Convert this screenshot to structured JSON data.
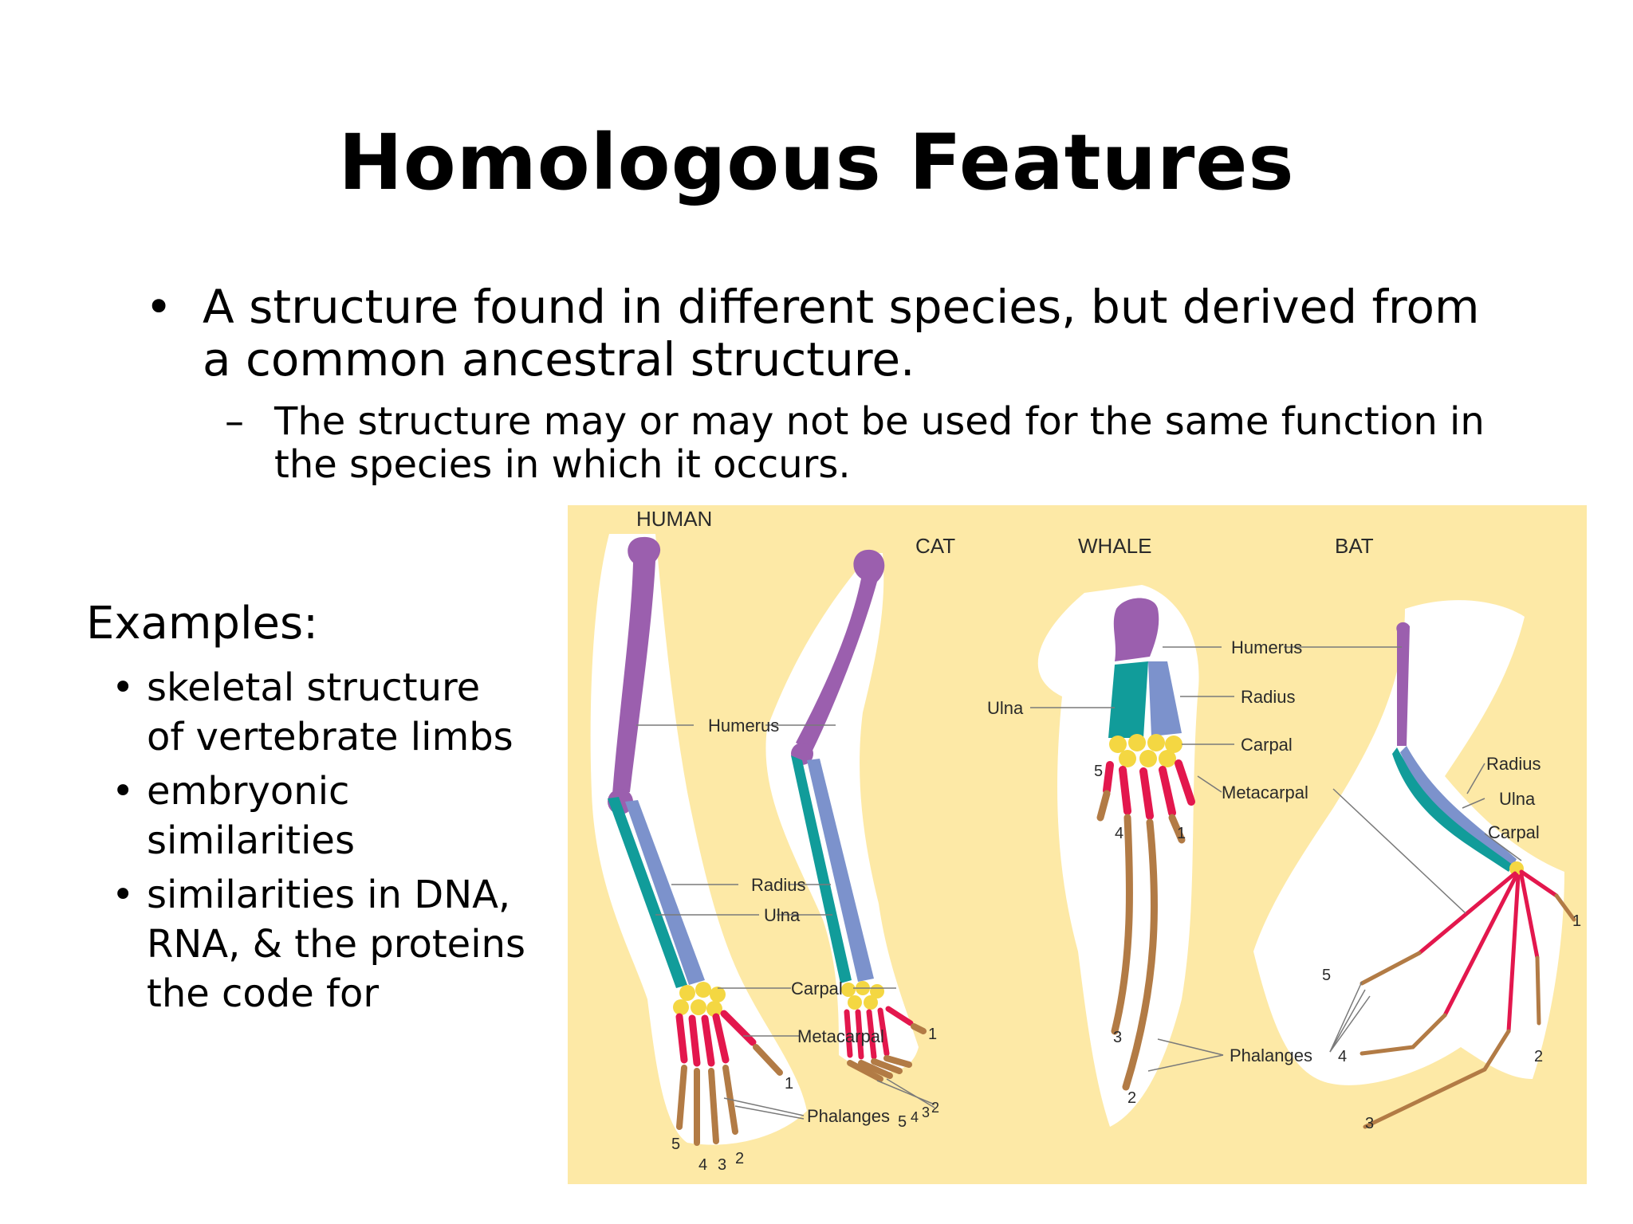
{
  "slide": {
    "title": "Homologous Features",
    "bullet1": "A structure found in different species, but derived from a common ancestral structure.",
    "bullet2": "The structure may or may not be used for the same function in the species in which it occurs.",
    "examples_heading": "Examples:",
    "examples": [
      "skeletal structure of vertebrate limbs",
      "embryonic similarities",
      "similarities in DNA, RNA, & the proteins the code for"
    ]
  },
  "diagram": {
    "species": {
      "human": "HUMAN",
      "cat": "CAT",
      "whale": "WHALE",
      "bat": "BAT"
    },
    "bones": {
      "humerus": "Humerus",
      "radius": "Radius",
      "ulna": "Ulna",
      "carpal": "Carpal",
      "metacarpal": "Metacarpal",
      "phalanges": "Phalanges"
    },
    "digits": {
      "d1": "1",
      "d2": "2",
      "d3": "3",
      "d4": "4",
      "d5": "5"
    },
    "colors": {
      "background": "#fde9a6",
      "humerus": "#9b5fae",
      "ulna": "#119c9a",
      "radius": "#7c92cc",
      "carpal": "#f4d742",
      "metacarpal": "#e3174d",
      "phalanges": "#b27b45"
    }
  }
}
